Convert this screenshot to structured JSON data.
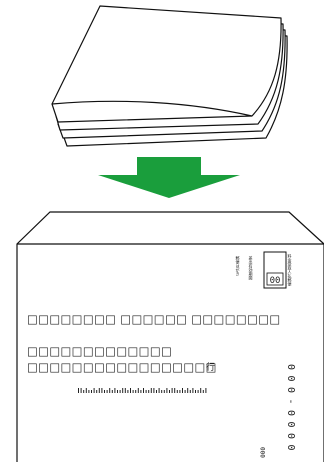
{
  "colors": {
    "arrow": "#1a9e3c",
    "line": "#111111",
    "paper": "#ffffff"
  },
  "envelope": {
    "address_line_1": "□□□□□□□□ □□□□□□ □□□□□□□□",
    "address_line_2": "□□□□□□□□□□□□□",
    "address_line_3": "□□□□□□□□□□□□□□□□□",
    "address_suffix": "行",
    "barcode_text": "ᵎᵎᵎᵎᵎᵎᵎᵎᵎᵎᵎᵎᵎᵎᵎᵎᵎᵎᵎᵎᵎᵎᵎᵎᵎᵎ",
    "postal_code_digits": [
      "0",
      "0",
      "0",
      "-",
      "0",
      "0",
      "0",
      "0"
    ],
    "small_number": "000",
    "stamp_digits": "00",
    "stamp_caption": "料金受取人払郵便",
    "stamp_text": "差出有効期間",
    "permit_text": "郵便はがき"
  },
  "icons": {
    "papers": "stacked-papers-icon",
    "arrow": "down-arrow-icon",
    "envelope": "envelope-icon"
  }
}
